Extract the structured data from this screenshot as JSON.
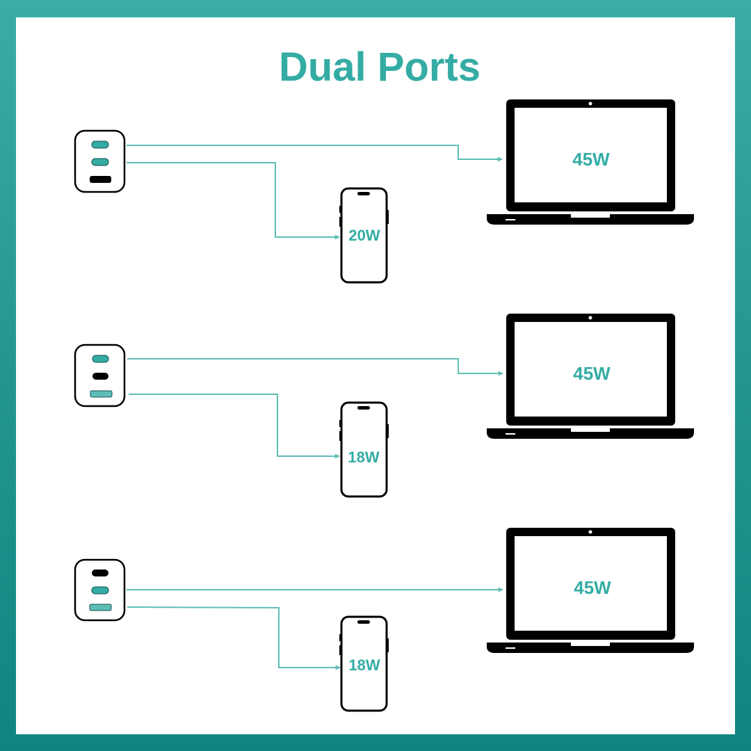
{
  "title": "Dual Ports",
  "colors": {
    "accent": "#34aca4",
    "cable": "#5fbdb7",
    "port_active": "#34aca4",
    "port_active_usb_a": "#5fbdb7",
    "port_inactive": "#000000",
    "frame_top": "#3aaea6",
    "frame_bottom": "#0e8580"
  },
  "scenarios": [
    {
      "charger": {
        "icon": "charger-icon",
        "ports": [
          {
            "type": "usb-c",
            "state": "active"
          },
          {
            "type": "usb-c",
            "state": "active"
          },
          {
            "type": "usb-a",
            "state": "inactive"
          }
        ]
      },
      "laptop": {
        "icon": "laptop-icon",
        "power": "45W"
      },
      "phone": {
        "icon": "phone-icon",
        "power": "20W"
      }
    },
    {
      "charger": {
        "icon": "charger-icon",
        "ports": [
          {
            "type": "usb-c",
            "state": "active"
          },
          {
            "type": "usb-c",
            "state": "inactive"
          },
          {
            "type": "usb-a",
            "state": "active"
          }
        ]
      },
      "laptop": {
        "icon": "laptop-icon",
        "power": "45W"
      },
      "phone": {
        "icon": "phone-icon",
        "power": "18W"
      }
    },
    {
      "charger": {
        "icon": "charger-icon",
        "ports": [
          {
            "type": "usb-c",
            "state": "inactive"
          },
          {
            "type": "usb-c",
            "state": "active"
          },
          {
            "type": "usb-a",
            "state": "active"
          }
        ]
      },
      "laptop": {
        "icon": "laptop-icon",
        "power": "45W"
      },
      "phone": {
        "icon": "phone-icon",
        "power": "18W"
      }
    }
  ]
}
